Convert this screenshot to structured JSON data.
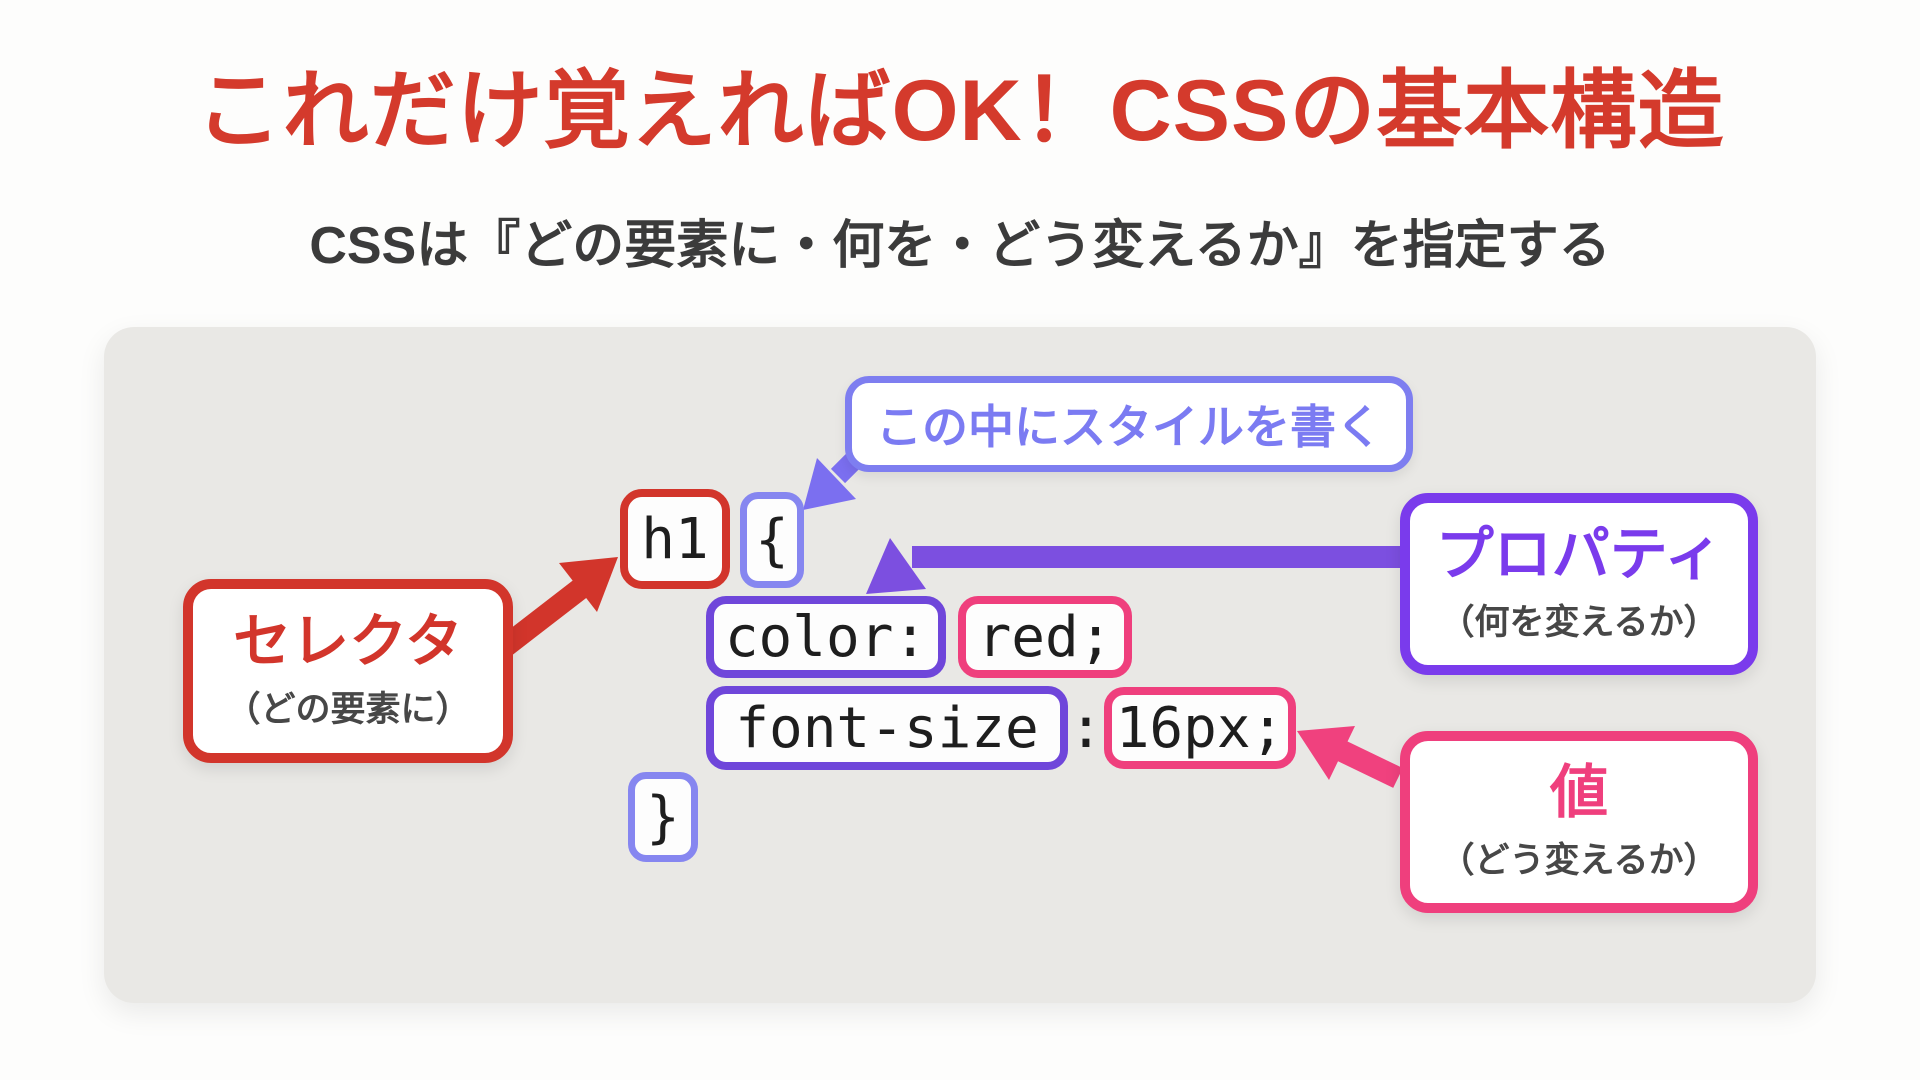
{
  "page": {
    "title": "これだけ覚えればOK！CSSの基本構造",
    "subtitle": "CSSは『どの要素に・何を・どう変えるか』を指定する"
  },
  "diagram": {
    "note_bubble": {
      "label": "この中にスタイルを書く"
    },
    "code": {
      "selector": "h1",
      "open_brace": "{",
      "property1": "color:",
      "value1": "red;",
      "property2": "font-size",
      "colon": ":",
      "value2": "16px;",
      "close_brace": "}"
    },
    "labels": {
      "selector": {
        "title": "セレクタ",
        "subtitle": "（どの要素に）"
      },
      "property": {
        "title": "プロパティ",
        "subtitle": "（何を変えるか）"
      },
      "value": {
        "title": "値",
        "subtitle": "（どう変えるか）"
      }
    },
    "colors": {
      "title_red": "#d43a2c",
      "box_red": "#d2352b",
      "box_blue": "#8686f0",
      "box_purple": "#6f46da",
      "label_purple": "#7a3bec",
      "box_pink": "#ef3f7d",
      "panel_gray": "#e9e8e5",
      "code_text": "#1e1e1e",
      "sub_text": "#474747"
    }
  }
}
